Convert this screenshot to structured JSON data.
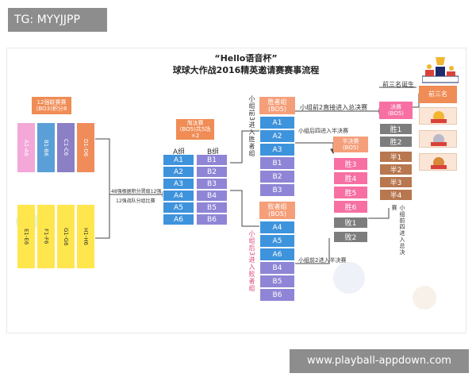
{
  "watermark_top": "TG: MYYJJPP",
  "watermark_bottom": "www.playball-appdown.com",
  "title_line1": "“Hello语音杯”",
  "title_line2": "球球大作战2016精英邀请赛赛事流程",
  "left_header": "12强联赛赛\n(BO3)积分8",
  "pink_groups": [
    "A1-A6",
    "B1-B6",
    "C1-C6",
    "D1-D6"
  ],
  "yellow_groups": [
    "E1-E6",
    "F1-F6",
    "G1-G6",
    "H1-H6"
  ],
  "arrow_text1": "48强根据积分晋级12强",
  "arrow_text2": "12强战队分组比赛",
  "seed_header": "淘汰赛\n(BO5)共5场×2",
  "group_a_label": "A组",
  "group_b_label": "B组",
  "group_a_cells": [
    "A1",
    "A2",
    "A3",
    "A4",
    "A5",
    "A6"
  ],
  "group_b_cells": [
    "B1",
    "B2",
    "B3",
    "B4",
    "B5",
    "B6"
  ],
  "winner_bracket_title": "胜者组\n(BO5)",
  "winner_cells": [
    "A1",
    "A2",
    "A3",
    "B1",
    "B2",
    "B3"
  ],
  "loser_bracket_title": "败者组\n(BO5)",
  "loser_cells": [
    "A4",
    "A5",
    "A6",
    "B4",
    "B5",
    "B6"
  ],
  "vtext_winner": "小组前3进入胜者组",
  "vtext_loser": "小组后3进入败者组",
  "text_top2_final": "小组前2直接进入总决赛",
  "text_rest_semi": "小组后四进入半决赛",
  "text_top2_semi": "小组前2进入半决赛",
  "semi_title": "半决赛\n(BO5)",
  "semi_win_cells": [
    "胜3",
    "胜4",
    "胜5",
    "胜6"
  ],
  "semi_lose_cells": [
    "败1",
    "败2"
  ],
  "final_title": "决赛\n(BO5)",
  "final_win_cells": [
    "胜1",
    "胜2"
  ],
  "final_semi_cells": [
    "半1",
    "半2",
    "半3",
    "半4"
  ],
  "vtext_semi_final": "小组前四进入总决赛",
  "top3_text": "前三名诞生",
  "top3_title": "前三名",
  "colors": {
    "pink": "#f3a8d8",
    "blue": "#5a9fd8",
    "purple": "#8b7fc6",
    "orange": "#ef8c5a",
    "yellow": "#ffe64d",
    "cellblue": "#3e93dd",
    "cellpurple": "#8f85d6",
    "salmon": "#f59f7a",
    "pinkcell": "#f76fa3",
    "grey": "#7d7d7d",
    "brown": "#b8774f",
    "red": "#d9423a"
  }
}
